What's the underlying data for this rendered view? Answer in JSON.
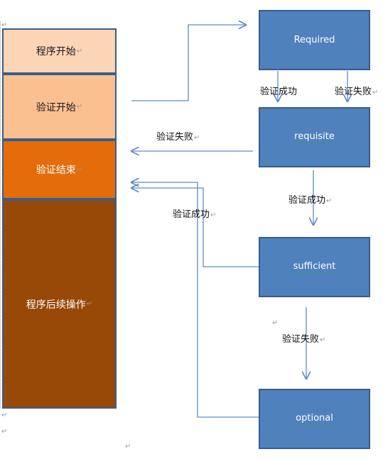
{
  "left_stack": {
    "program_start": "程序开始",
    "auth_start": "验证开始",
    "auth_end": "验证结束",
    "program_followup": "程序后续操作"
  },
  "modules": {
    "required": "Required",
    "requisite": "requisite",
    "sufficient": "sufficient",
    "optional": "optional"
  },
  "edge_labels": {
    "required_success": "验证成功",
    "required_fail": "验证失败",
    "requisite_fail": "验证失败",
    "requisite_success": "验证成功",
    "sufficient_success": "验证成功",
    "sufficient_fail": "验证失败"
  },
  "colors": {
    "light_peach": "#fbd5b5",
    "peach": "#fac090",
    "orange": "#e46c0a",
    "brown": "#984807",
    "module_blue": "#4f81bd",
    "module_border": "#385d8a",
    "arrow": "#5b8cc6"
  },
  "paragraph_mark": "↵"
}
